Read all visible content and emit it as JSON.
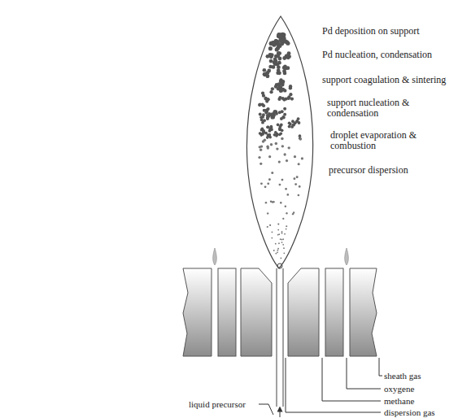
{
  "diagram": {
    "labels": [
      "Pd deposition on support",
      "Pd nucleation, condensation",
      "support coagulation & sintering",
      "support nucleation & condensation",
      "droplet evaporation & combustion",
      "precursor dispersion",
      "sheath gas",
      "oxygene",
      "methane",
      "dispersion gas",
      "liquid precursor"
    ]
  }
}
